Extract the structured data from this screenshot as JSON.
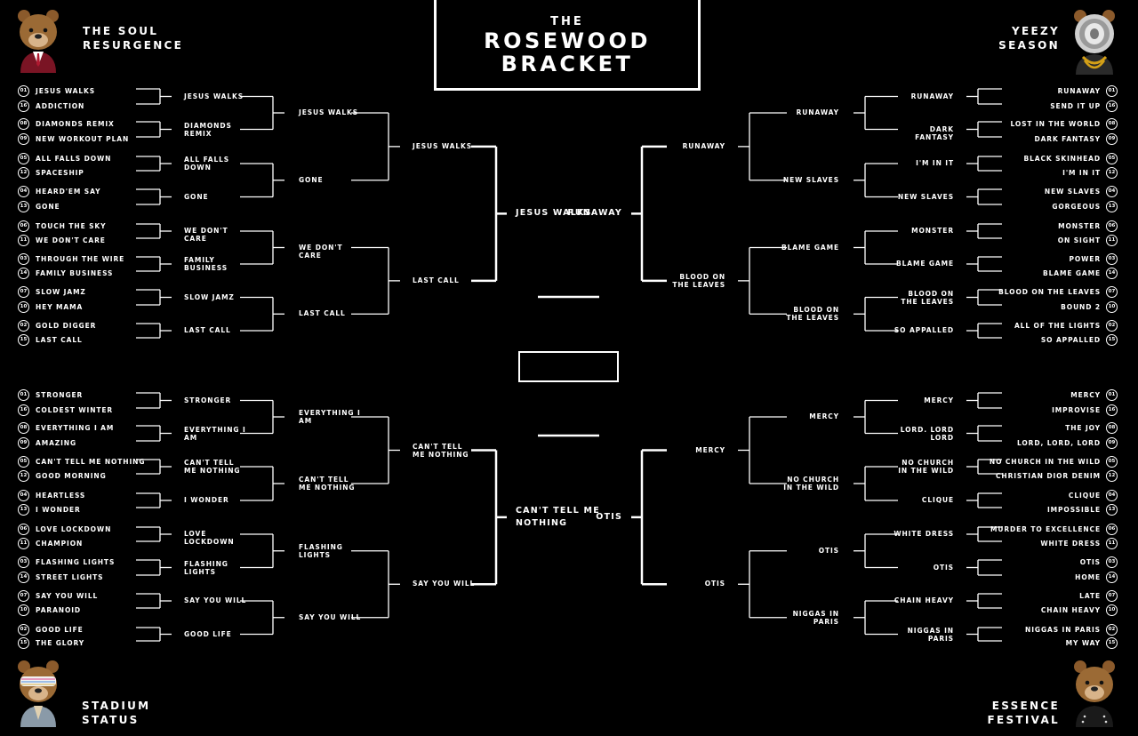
{
  "title": {
    "top": "THE",
    "main": "ROSEWOOD BRACKET"
  },
  "champion": "",
  "regions": [
    {
      "name": "THE SOUL RESURGENCE",
      "round1": [
        [
          "01",
          "JESUS WALKS"
        ],
        [
          "16",
          "ADDICTION"
        ],
        [
          "08",
          "DIAMONDS REMIX"
        ],
        [
          "09",
          "NEW WORKOUT PLAN"
        ],
        [
          "05",
          "ALL FALLS DOWN"
        ],
        [
          "12",
          "SPACESHIP"
        ],
        [
          "04",
          "HEARD'EM SAY"
        ],
        [
          "13",
          "GONE"
        ],
        [
          "06",
          "TOUCH THE SKY"
        ],
        [
          "11",
          "WE DON'T CARE"
        ],
        [
          "03",
          "THROUGH THE WIRE"
        ],
        [
          "14",
          "FAMILY BUSINESS"
        ],
        [
          "07",
          "SLOW JAMZ"
        ],
        [
          "10",
          "HEY MAMA"
        ],
        [
          "02",
          "GOLD DIGGER"
        ],
        [
          "15",
          "LAST CALL"
        ]
      ],
      "round2": [
        "JESUS WALKS",
        "DIAMONDS REMIX",
        "ALL FALLS DOWN",
        "GONE",
        "WE DON'T CARE",
        "FAMILY BUSINESS",
        "SLOW JAMZ",
        "LAST CALL"
      ],
      "round3": [
        "JESUS WALKS",
        "GONE",
        "WE DON'T CARE",
        "LAST CALL"
      ],
      "round4": [
        "JESUS WALKS",
        "LAST CALL"
      ],
      "winner": "JESUS WALKS"
    },
    {
      "name": "STADIUM STATUS",
      "round1": [
        [
          "01",
          "STRONGER"
        ],
        [
          "16",
          "COLDEST WINTER"
        ],
        [
          "08",
          "EVERYTHING I AM"
        ],
        [
          "09",
          "AMAZING"
        ],
        [
          "05",
          "CAN'T TELL ME NOTHING"
        ],
        [
          "12",
          "GOOD MORNING"
        ],
        [
          "04",
          "HEARTLESS"
        ],
        [
          "13",
          "I WONDER"
        ],
        [
          "06",
          "LOVE LOCKDOWN"
        ],
        [
          "11",
          "CHAMPION"
        ],
        [
          "03",
          "FLASHING LIGHTS"
        ],
        [
          "14",
          "STREET LIGHTS"
        ],
        [
          "07",
          "SAY YOU WILL"
        ],
        [
          "10",
          "PARANOID"
        ],
        [
          "02",
          "GOOD LIFE"
        ],
        [
          "15",
          "THE GLORY"
        ]
      ],
      "round2": [
        "STRONGER",
        "EVERYTHING I AM",
        "CAN'T TELL ME NOTHING",
        "I WONDER",
        "LOVE LOCKDOWN",
        "FLASHING LIGHTS",
        "SAY YOU WILL",
        "GOOD LIFE"
      ],
      "round3": [
        "EVERYTHING I AM",
        "CAN'T TELL ME NOTHING",
        "FLASHING LIGHTS",
        "SAY YOU WILL"
      ],
      "round4": [
        "CAN'T TELL ME NOTHING",
        "SAY YOU WILL"
      ],
      "winner": "CAN'T TELL ME NOTHING"
    },
    {
      "name": "YEEZY SEASON",
      "round1": [
        [
          "01",
          "RUNAWAY"
        ],
        [
          "16",
          "SEND IT UP"
        ],
        [
          "08",
          "LOST IN THE WORLD"
        ],
        [
          "09",
          "DARK FANTASY"
        ],
        [
          "05",
          "BLACK SKINHEAD"
        ],
        [
          "12",
          "I'M IN IT"
        ],
        [
          "04",
          "NEW SLAVES"
        ],
        [
          "13",
          "GORGEOUS"
        ],
        [
          "06",
          "MONSTER"
        ],
        [
          "11",
          "ON SIGHT"
        ],
        [
          "03",
          "POWER"
        ],
        [
          "14",
          "BLAME GAME"
        ],
        [
          "07",
          "BLOOD ON THE LEAVES"
        ],
        [
          "10",
          "BOUND 2"
        ],
        [
          "02",
          "ALL OF THE LIGHTS"
        ],
        [
          "15",
          "SO APPALLED"
        ]
      ],
      "round2": [
        "RUNAWAY",
        "DARK FANTASY",
        "I'M IN IT",
        "NEW SLAVES",
        "MONSTER",
        "BLAME GAME",
        "BLOOD ON THE LEAVES",
        "SO APPALLED"
      ],
      "round3": [
        "RUNAWAY",
        "NEW SLAVES",
        "BLAME GAME",
        "BLOOD ON THE LEAVES"
      ],
      "round4": [
        "RUNAWAY",
        "BLOOD ON THE LEAVES"
      ],
      "winner": "RUNAWAY"
    },
    {
      "name": "ESSENCE FESTIVAL",
      "round1": [
        [
          "01",
          "MERCY"
        ],
        [
          "16",
          "IMPROVISE"
        ],
        [
          "08",
          "THE JOY"
        ],
        [
          "09",
          "LORD, LORD, LORD"
        ],
        [
          "05",
          "NO CHURCH IN THE WILD"
        ],
        [
          "12",
          "CHRISTIAN DIOR DENIM"
        ],
        [
          "04",
          "CLIQUE"
        ],
        [
          "13",
          "IMPOSSIBLE"
        ],
        [
          "06",
          "MURDER TO EXCELLENCE"
        ],
        [
          "11",
          "WHITE DRESS"
        ],
        [
          "03",
          "OTIS"
        ],
        [
          "14",
          "HOME"
        ],
        [
          "07",
          "LATE"
        ],
        [
          "10",
          "CHAIN HEAVY"
        ],
        [
          "02",
          "NIGGAS IN PARIS"
        ],
        [
          "15",
          "MY WAY"
        ]
      ],
      "round2": [
        "MERCY",
        "LORD. LORD LORD",
        "NO CHURCH IN THE WILD",
        "CLIQUE",
        "WHITE DRESS",
        "OTIS",
        "CHAIN HEAVY",
        "NIGGAS IN PARIS"
      ],
      "round3": [
        "MERCY",
        "NO CHURCH IN THE WILD",
        "OTIS",
        "NIGGAS IN PARIS"
      ],
      "round4": [
        "MERCY",
        "OTIS"
      ],
      "winner": "OTIS"
    }
  ],
  "colors": {
    "background": "#000000",
    "foreground": "#ffffff",
    "bear_fur": "#8b5a2b"
  },
  "icons": [
    "bear-mascot-suit-icon",
    "bear-mascot-diamond-mask-icon",
    "bear-mascot-shutter-shades-icon",
    "bear-mascot-jacket-icon"
  ]
}
